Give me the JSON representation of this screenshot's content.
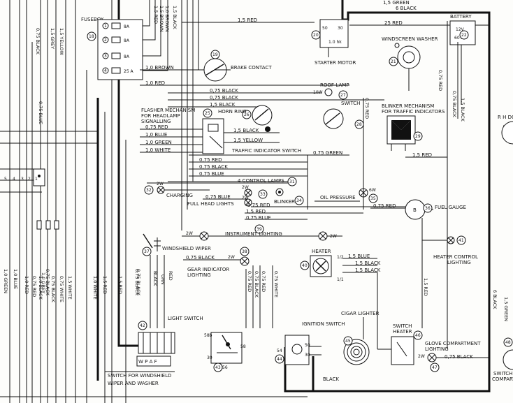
{
  "components": {
    "fusebox": {
      "title": "FUSEBOX",
      "number": "18",
      "fuses": [
        "8A",
        "8A",
        "8A",
        "25 A"
      ],
      "fuse_numbers": [
        "1",
        "2",
        "3",
        "4"
      ]
    },
    "brake_contact": {
      "number": "19",
      "label": "BRAKE CONTACT"
    },
    "starter_motor": {
      "label": "STARTER MOTOR",
      "number": "20",
      "rating": "1.0 hk",
      "terminals": [
        "50",
        "30"
      ]
    },
    "battery": {
      "label": "BATTERY",
      "voltage": "12V",
      "capacity": "60 Ah",
      "number": "22"
    },
    "windscreen_washer": {
      "label": "WINDSCREEN WASHER",
      "number": "21"
    },
    "roof_lamp": {
      "label": "ROOF-LAMP",
      "rating": "10W",
      "number": "27"
    },
    "switch_roof": {
      "label": "SWITCH",
      "number": "28"
    },
    "blinker_mechanism": {
      "label": "BLINKER MECHANISM",
      "label2": "FOR TRAFFIC INDICATORS",
      "number": "29"
    },
    "flasher": {
      "label": "FLASHER MECHANISM",
      "label2": "FOR HEADLAMP",
      "label3": "SIGNALLING",
      "number": "25"
    },
    "horn_ring": {
      "label": "HORN RING",
      "number": "26"
    },
    "traffic_indicator_switch": {
      "label": "TRAFFIC INDICATOR SWITCH"
    },
    "control_lamps": {
      "label": "4  CONTROL LAMPS",
      "number": "31"
    },
    "charging": {
      "label": "CHARGING",
      "number": "32",
      "rating": "2W"
    },
    "full_head_lights": {
      "label": "FULL HEAD LIGHTS",
      "number": "33",
      "rating": "2W"
    },
    "blinker": {
      "label": "BLINKER",
      "number": "34"
    },
    "oil_pressure": {
      "label": "OIL PRESSURE",
      "number": "35",
      "rating": "6W"
    },
    "fuel_gauge": {
      "label": "FUEL GAUGE",
      "number": "36"
    },
    "windshield_wiper": {
      "label": "WINDSHIELD WIPER",
      "number": "37"
    },
    "gear_indicator": {
      "label": "GEAR INDICATOR",
      "label2": "LIGHTING",
      "number": "38",
      "rating": "2W"
    },
    "instrument_lighting": {
      "label": "INSTRUMENT LIGHTING",
      "number": "39",
      "rating": "2W"
    },
    "heater": {
      "label": "HEATER",
      "number": "40"
    },
    "heater_control": {
      "label": "HEATER CONTROL",
      "label2": "LIGHTING",
      "number": "41"
    },
    "light_switch": {
      "label": "LIGHT SWITCH",
      "number": "42"
    },
    "switch_windshield": {
      "label": "SWITCH FOR WINDSHIELD",
      "label2": "WIPER AND WASHER",
      "terminals": "W  P  A  F"
    },
    "switch_43": {
      "number": "43",
      "terminals": [
        "58b",
        "58",
        "30",
        "56"
      ]
    },
    "ignition_switch": {
      "label": "IGNITION SWITCH",
      "number": "44",
      "terminals": [
        "54",
        "50",
        "30"
      ]
    },
    "cigar_lighter": {
      "label": "CIGAR LIGHTER",
      "number": "45"
    },
    "switch_heater": {
      "label": "SWITCH",
      "label2": "HEATER",
      "number": "46"
    },
    "glove_compartment": {
      "label": "GLOVE COMPARTMENT",
      "label2": "LIGHTING",
      "number": "47",
      "rating": "2W"
    },
    "compart_right": {
      "label": "SWITCH",
      "label2": "COMPART",
      "number": "48"
    },
    "r_h_door": {
      "label": "R H DO"
    }
  },
  "wire_labels": {
    "top_15red": "1,5 RED",
    "top_25red": "25 RED",
    "top_green": "1,5 GREEN",
    "top_6black": "6 BLACK",
    "brown": "1,0 BROWN",
    "red10": "1,0 RED",
    "black075": "0,75 BLACK",
    "black075b": "0,75 BLACK",
    "black15": "1,5 BLACK",
    "red075": "0,75 RED",
    "blue10": "1,0  BLUE",
    "green10": "1,0  GREEN",
    "white10": "1,0  WHITE",
    "black15b": "1,5 BLACK",
    "yellow15": "1,5 YELLOW",
    "green075": "0,75 GREEN",
    "red075b": "0,75 RED",
    "black075c": "0,75 BLACK",
    "blue075": "0,75 BLUE",
    "blue075b": "0,75 BLUE",
    "red075c": "0,75 RED",
    "red15": "1,5 RED",
    "red15b": "1,5 RED",
    "red075d": "0,75 RED",
    "red15c": "1,5 RED",
    "black075d": "0,75 BLACK",
    "blue15": "1,5 BLUE",
    "black15c": "1,5 BLACK",
    "black15d": "1,5 BLACK",
    "red15e": "1,5 RED",
    "black075e": "0,75 BLACK",
    "black_bottom": "BLACK",
    "red075_right": "0,75 RED",
    "black075_right": "0,75 BLACK",
    "black15_right": "1,5 BLACK",
    "green15_right": "1,5 GREEN",
    "black6_right": "6 BLACK",
    "half": "1/2",
    "quarter": "1/1",
    "red_v": "0,75 RED",
    "white_v": "0,75 WHITE",
    "black075f": "0,75 BLACK",
    "red075f": "0,75 RED",
    "black_wiper": "BLACK",
    "grn_wiper": "GRN",
    "red_wiper": "RED"
  },
  "left_top_labels": [
    "0,75 BLACK",
    "1,5 GREY",
    "1,5 YELLOW",
    "0,75 BLUE",
    "1,5 RED",
    "1,5 BROWN",
    "1,0 BROWN",
    "1,5 BLACK"
  ],
  "left_bottom_labels": [
    "1,0 RED",
    "0,75 RED",
    "1,0 GREEN",
    "1,0 BLUE",
    "0,75 BLACK",
    "1,0 BLACK",
    "1,0 GREY",
    "0,75 WHITE",
    "0,75 BLACK",
    "1,5 WHITE",
    "1,0 WHITE",
    "1,5 RED",
    "1,5 RED",
    "0,75 BLACK"
  ],
  "connector_nums": [
    "5",
    "4",
    "3",
    "2",
    "1"
  ]
}
